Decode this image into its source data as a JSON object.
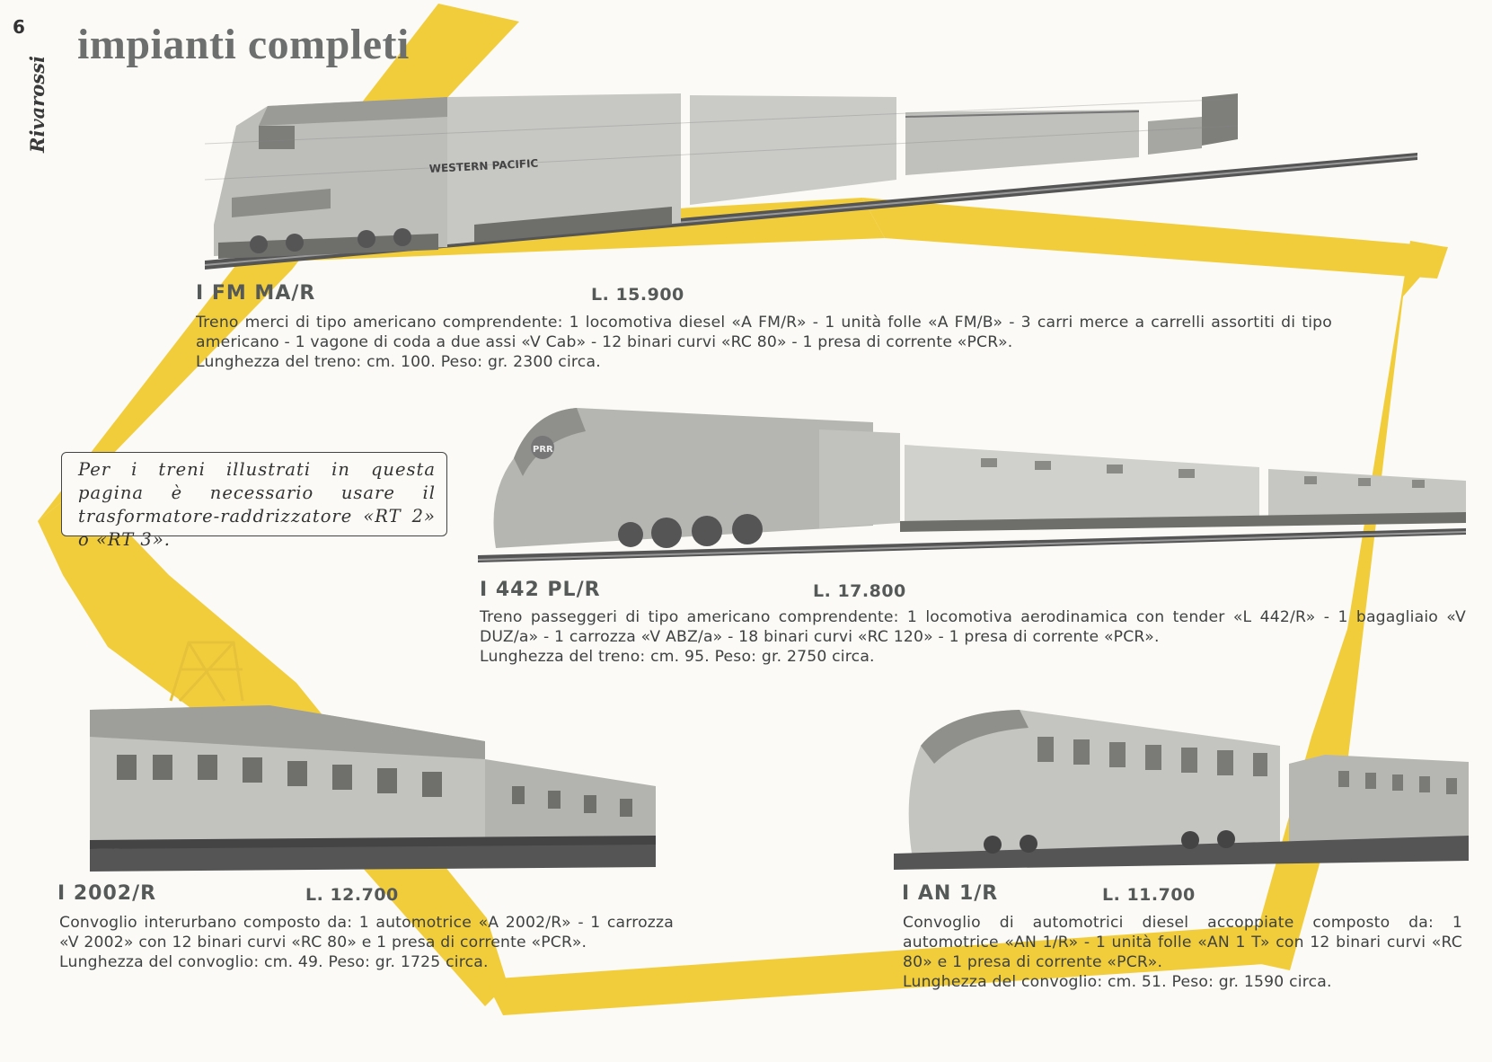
{
  "page": {
    "number": "6",
    "brand": "Rivarossi",
    "title": "impianti completi",
    "accent_color": "#f2cd3b"
  },
  "notice": {
    "text": "Per i treni illustrati in questa pagina è necessario usare il trasformatore-raddrizzatore «RT 2» o «RT 3»."
  },
  "products": [
    {
      "code": "I FM MA/R",
      "price": "L. 15.900",
      "description": "Treno merci di tipo americano comprendente: 1 locomotiva diesel «A FM/R» - 1 unità folle «A FM/B» - 3 carri merce a carrelli assortiti di tipo americano - 1 vagone di coda a due assi «V Cab» - 12 binari curvi «RC 80» - 1 presa di corrente «PCR».",
      "specs": "Lunghezza del treno: cm. 100. Peso: gr. 2300 circa.",
      "photo_label": "WESTERN PACIFIC"
    },
    {
      "code": "I 442 PL/R",
      "price": "L. 17.800",
      "description": "Treno passeggeri di tipo americano comprendente: 1 locomotiva aerodinamica con tender «L 442/R» - 1 bagagliaio «V DUZ/a» - 1 carrozza «V ABZ/a» - 18 binari curvi «RC 120» - 1 presa di corrente «PCR».",
      "specs": "Lunghezza del treno: cm. 95. Peso: gr. 2750 circa.",
      "photo_label": "PRR"
    },
    {
      "code": "I 2002/R",
      "price": "L. 12.700",
      "description": "Convoglio interurbano composto da: 1 automotrice «A 2002/R» - 1 carrozza «V 2002» con 12 binari curvi «RC 80» e 1 presa di corrente «PCR».",
      "specs": "Lunghezza del convoglio: cm. 49. Peso: gr. 1725 circa."
    },
    {
      "code": "I AN 1/R",
      "price": "L. 11.700",
      "description": "Convoglio di automotrici diesel accoppiate composto da: 1 automotrice «AN 1/R» - 1 unità folle «AN 1 T» con 12 binari curvi «RC 80» e 1 presa di corrente «PCR».",
      "specs": "Lunghezza del convoglio: cm. 51. Peso: gr. 1590 circa."
    }
  ]
}
